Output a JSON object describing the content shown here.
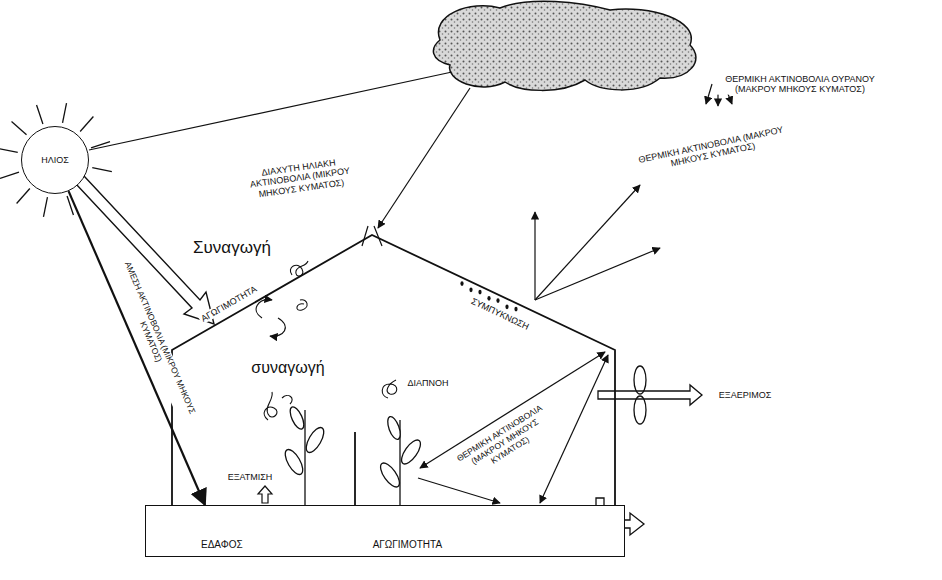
{
  "diagram": {
    "nodes": [
      {
        "text": [
          "ΗΛΙΟΣ"
        ]
      },
      {
        "text": [
          "ΕΔΑΦΟΣ",
          "ΑΓΩΓΙΜΟΤΗΤΑ"
        ]
      }
    ],
    "edges": [
      {
        "from": 0,
        "to": 1,
        "arrow": "to",
        "label": "ΑΜΕΣΗ ΑΚΤΙΝΟΒΟΛΙΑ (ΜΙΚΡΟΥ ΜΗΚΟΥΣ ΚΥΜΑΤΟΣ)"
      }
    ],
    "labels": [
      "ΘΕΡΜΙΚΗ ΑΚΤΙΝΟΒΟΛΙΑ ΟΥΡΑΝΟΥ (ΜΑΚΡΟΥ ΜΗΚΟΥΣ ΚΥΜΑΤΟΣ)",
      "ΔΙΑΧΥΤΗ ΗΛΙΑΚΗ ΑΚΤΙΝΟΒΟΛΙΑ (ΜΙΚΡΟΥ ΜΗΚΟΥΣ ΚΥΜΑΤΟΣ)",
      "ΘΕΡΜΙΚΗ ΑΚΤΙΝΟΒΟΛΙΑ (ΜΑΚΡΟΥ ΜΗΚΟΥΣ ΚΥΜΑΤΟΣ)",
      "Συναγωγή",
      "ΑΓΩΓΙΜΟΤΗΤΑ",
      "ΣΥΜΠΥΚΝΩΣΗ",
      "συναγωγή",
      "ΔΙΑΠΝΟΗ",
      "ΘΕΡΜΙΚΗ ΑΚΤΙΝΟΒΟΛΙΑ (ΜΑΚΡΟΥ ΜΗΚΟΥΣ ΚΥΜΑΤΟΣ)",
      "ΕΞΑΕΡΙΜΟΣ",
      "ΕΞΑΤΜΙΣΗ"
    ]
  }
}
